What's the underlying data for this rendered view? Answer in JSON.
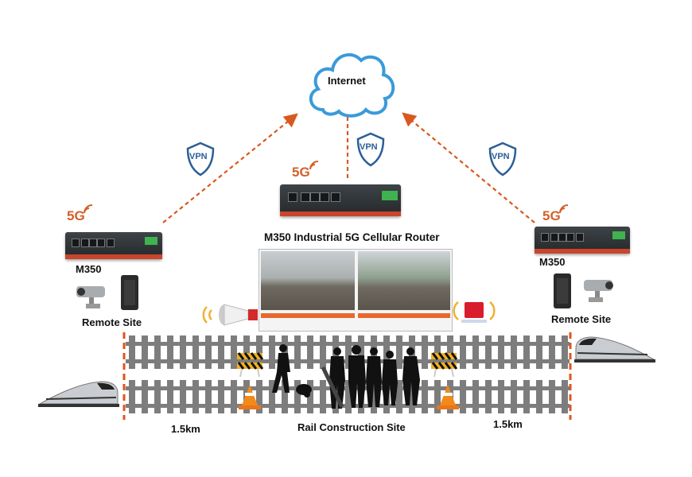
{
  "cloud": {
    "label": "Internet"
  },
  "vpn": {
    "label": "VPN"
  },
  "badge_5g": "5G",
  "center_router": {
    "label": "M350 Industrial 5G Cellular Router"
  },
  "left_site": {
    "router_label": "M350",
    "site_label": "Remote Site"
  },
  "right_site": {
    "router_label": "M350",
    "site_label": "Remote Site"
  },
  "bottom": {
    "left_distance": "1.5km",
    "right_distance": "1.5km",
    "site_label": "Rail Construction Site"
  },
  "colors": {
    "arrow": "#d9581f",
    "cloud": "#3a9ad9",
    "vpn": "#2b5f96",
    "rail": "#7d7d7d",
    "accent": "#d2602a"
  }
}
